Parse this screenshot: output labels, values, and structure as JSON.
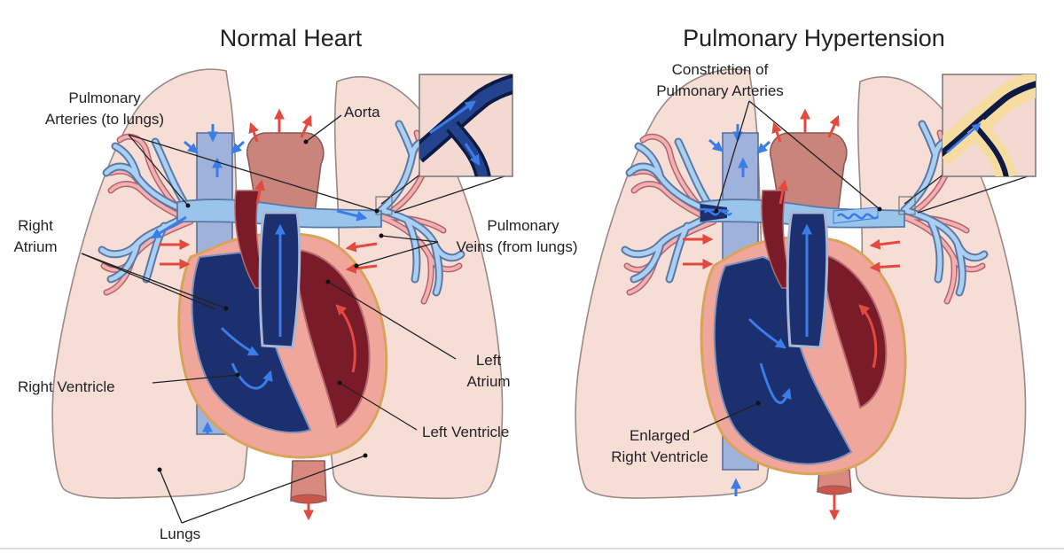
{
  "panels": {
    "normal": {
      "title": "Normal Heart",
      "labels": {
        "pulmonary_arteries_1": "Pulmonary",
        "pulmonary_arteries_2": "Arteries (to lungs)",
        "aorta": "Aorta",
        "right_atrium_1": "Right",
        "right_atrium_2": "Atrium",
        "pulmonary_veins_1": "Pulmonary",
        "pulmonary_veins_2": "Veins (from lungs)",
        "left_atrium_1": "Left",
        "left_atrium_2": "Atrium",
        "right_ventricle": "Right Ventricle",
        "left_ventricle": "Left Ventricle",
        "lungs": "Lungs"
      }
    },
    "hypertension": {
      "title": "Pulmonary Hypertension",
      "labels": {
        "constriction_1": "Constriction of",
        "constriction_2": "Pulmonary Arteries",
        "enlarged_rv_1": "Enlarged",
        "enlarged_rv_2": "Right Ventricle"
      }
    }
  },
  "colors": {
    "lung": "#f6ddd6",
    "deoxygenated_blood": "#1c2f6e",
    "oxygenated_blood": "#7a1b2a",
    "vein_light": "#a9d0f2",
    "artery_light": "#f2b0b2",
    "arrow_blue": "#3a7ce8",
    "arrow_red": "#e2493f",
    "heart_wall": "#f0a69b",
    "aorta": "#c9857c",
    "constriction_wall": "#f6dca0"
  }
}
